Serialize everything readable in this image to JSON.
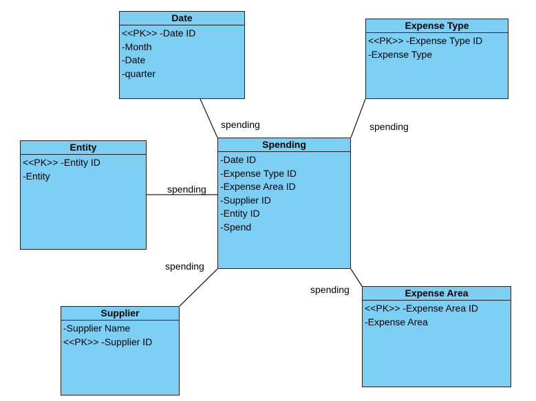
{
  "relationship_label": "spending",
  "entities": {
    "date": {
      "title": "Date",
      "attributes": [
        "<<PK>> -Date ID",
        "-Month",
        "-Date",
        "-quarter"
      ]
    },
    "expense_type": {
      "title": "Expense Type",
      "attributes": [
        "<<PK>> -Expense Type ID",
        "-Expense Type"
      ]
    },
    "entity": {
      "title": "Entity",
      "attributes": [
        "<<PK>> -Entity ID",
        "-Entity"
      ]
    },
    "spending": {
      "title": "Spending",
      "attributes": [
        "-Date ID",
        "-Expense Type ID",
        "-Expense Area ID",
        "-Supplier ID",
        "-Entity ID",
        "-Spend"
      ]
    },
    "supplier": {
      "title": "Supplier",
      "attributes": [
        "-Supplier Name",
        "<<PK>> -Supplier ID"
      ]
    },
    "expense_area": {
      "title": "Expense Area",
      "attributes": [
        "<<PK>> -Expense Area ID",
        "-Expense Area"
      ]
    }
  },
  "colors": {
    "entity_fill": "#7ccff3",
    "border": "#1f1f1f"
  }
}
